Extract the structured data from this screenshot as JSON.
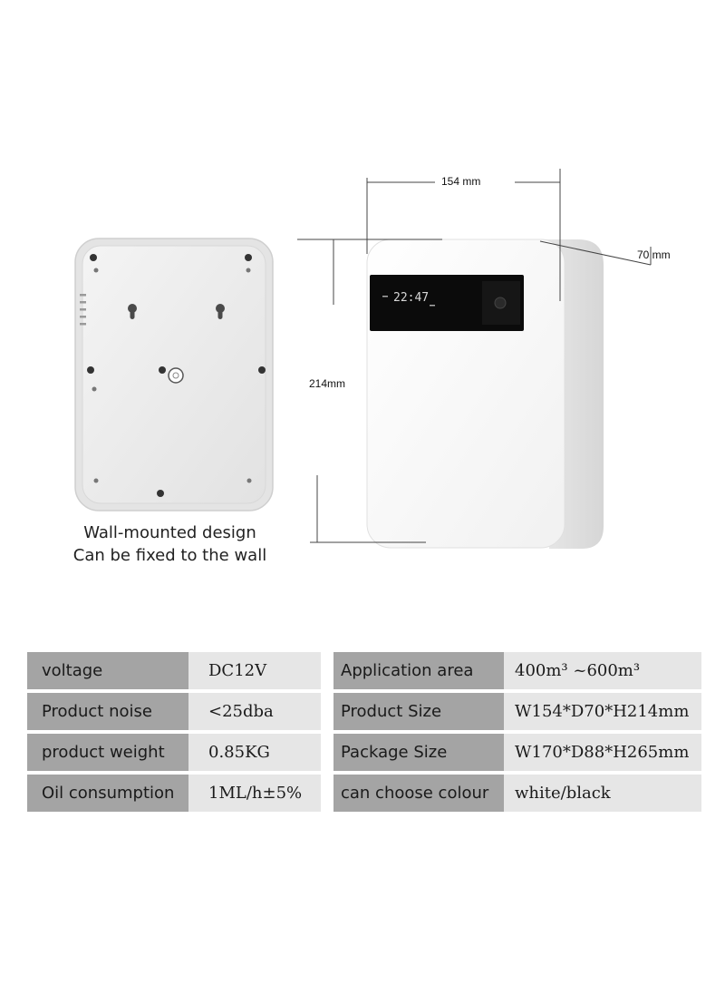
{
  "caption": {
    "line1": "Wall-mounted design",
    "line2": "Can be fixed to the wall"
  },
  "device": {
    "display_time": "22:47"
  },
  "dimensions": {
    "width": "154 mm",
    "depth": "70 mm",
    "height": "214mm"
  },
  "specs": {
    "left": [
      {
        "label": "voltage",
        "value": "DC12V"
      },
      {
        "label": "Product noise",
        "value": "<25dba"
      },
      {
        "label": "product weight",
        "value": "0.85KG"
      },
      {
        "label": "Oil consumption",
        "value": "1ML/h±5%"
      }
    ],
    "right": [
      {
        "label": "Application area",
        "value": "400m³ ~600m³"
      },
      {
        "label": "Product Size",
        "value": "W154*D70*H214mm"
      },
      {
        "label": "Package Size",
        "value": "W170*D88*H265mm"
      },
      {
        "label": "can choose colour",
        "value": "white/black"
      }
    ]
  }
}
